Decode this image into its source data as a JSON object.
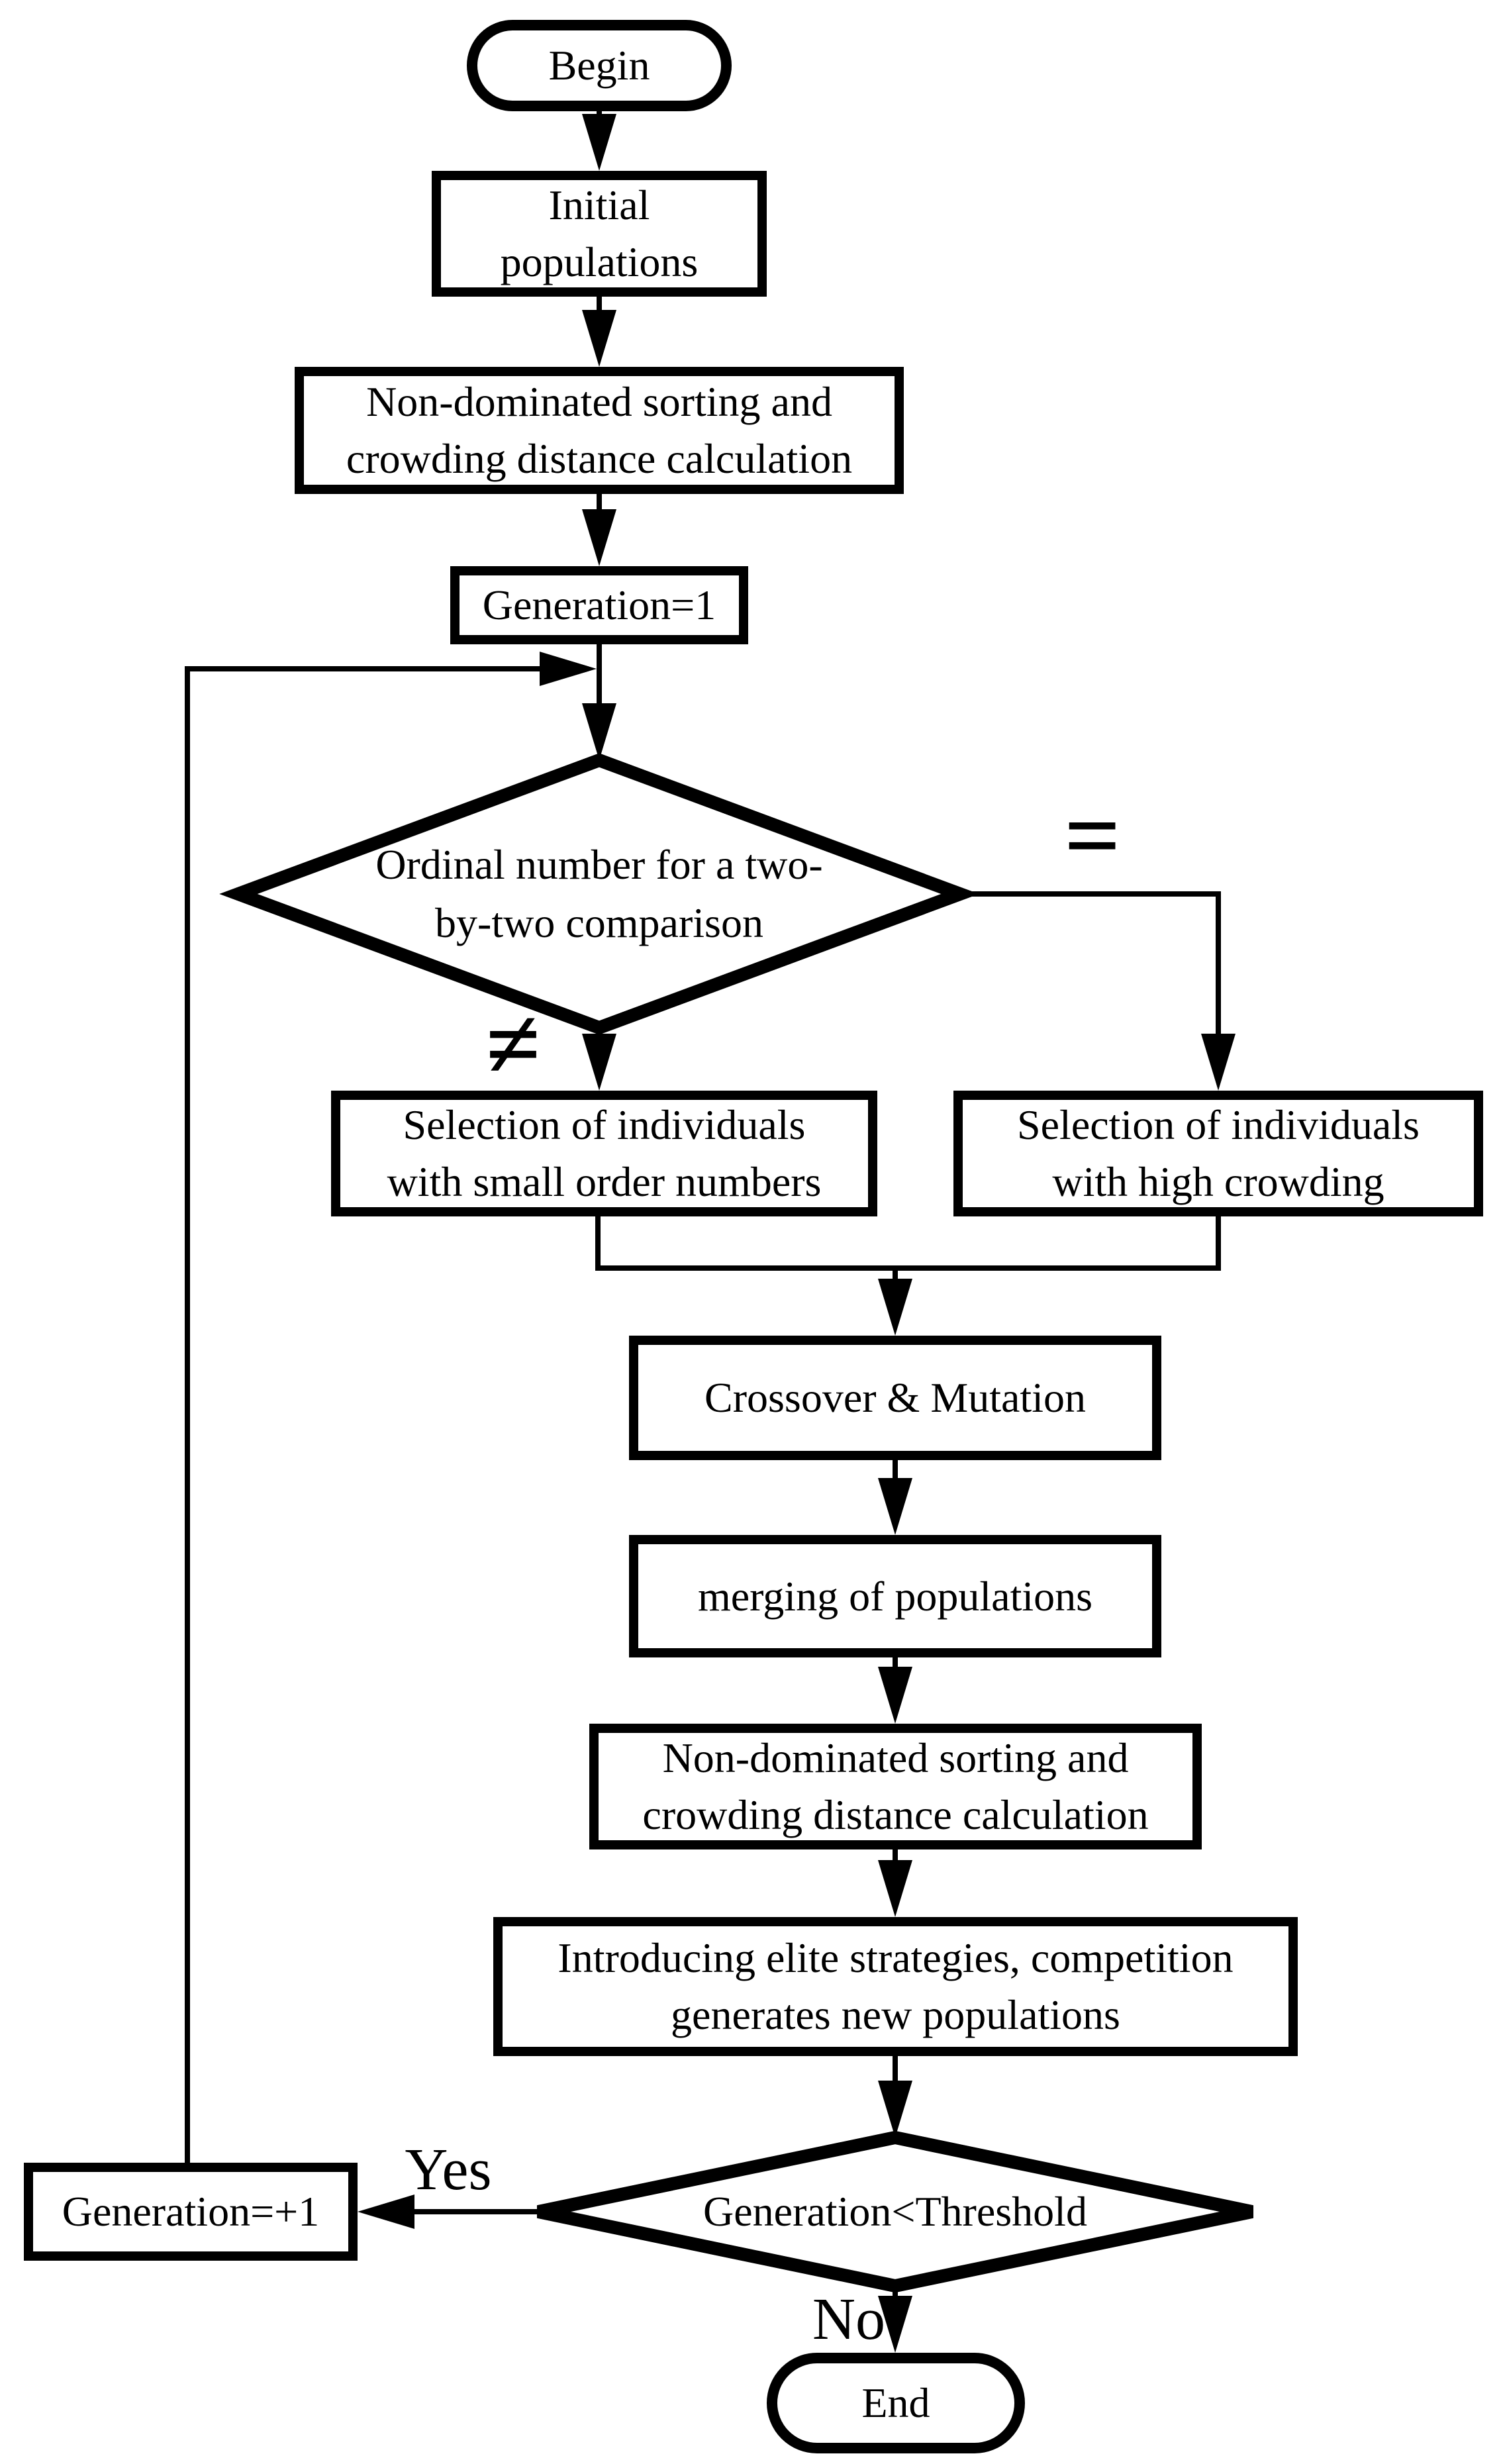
{
  "colors": {
    "ink": "#000000",
    "paper": "#ffffff"
  },
  "nodes": {
    "begin": {
      "label": "Begin",
      "type": "terminator"
    },
    "initial_populations": {
      "label": "Initial\npopulations",
      "type": "process"
    },
    "sorting_1": {
      "label": "Non-dominated sorting and\ncrowding distance calculation",
      "type": "process"
    },
    "generation_1": {
      "label": "Generation=1",
      "type": "process"
    },
    "ordinal_comparison": {
      "label": "Ordinal number for a two-\nby-two comparison",
      "type": "decision"
    },
    "selection_small_order": {
      "label": "Selection of individuals\nwith small order numbers",
      "type": "process"
    },
    "selection_high_crowding": {
      "label": "Selection of individuals\nwith high crowding",
      "type": "process"
    },
    "crossover_mutation": {
      "label": "Crossover & Mutation",
      "type": "process"
    },
    "merging_populations": {
      "label": "merging of populations",
      "type": "process"
    },
    "sorting_2": {
      "label": "Non-dominated sorting and\ncrowding distance calculation",
      "type": "process"
    },
    "elite_strategies": {
      "label": "Introducing elite strategies, competition\ngenerates new populations",
      "type": "process"
    },
    "generation_threshold": {
      "label": "Generation<Threshold",
      "type": "decision"
    },
    "generation_increment": {
      "label": "Generation=+1",
      "type": "process"
    },
    "end": {
      "label": "End",
      "type": "terminator"
    }
  },
  "edge_labels": {
    "not_equal": {
      "label": "≠"
    },
    "equal": {
      "label": "="
    },
    "yes": {
      "label": "Yes"
    },
    "no": {
      "label": "No"
    }
  }
}
